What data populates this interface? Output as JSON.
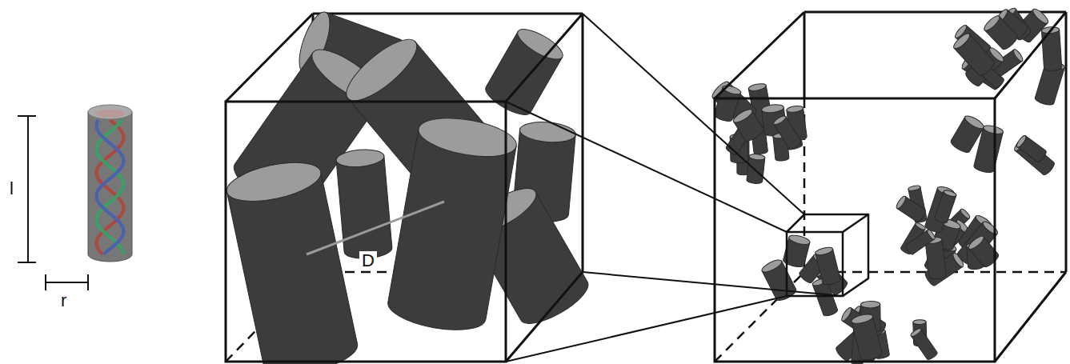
{
  "diagram": {
    "labels": [
      "l",
      "r",
      "D"
    ]
  }
}
